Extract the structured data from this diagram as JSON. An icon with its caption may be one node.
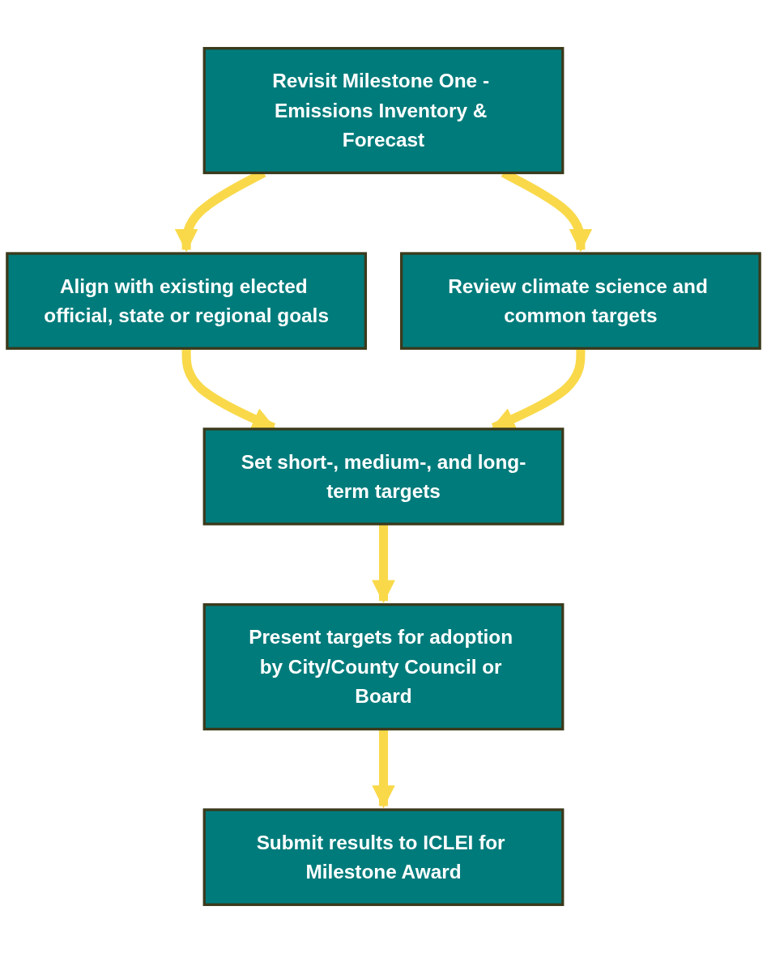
{
  "diagram": {
    "nodes": [
      {
        "text": [
          "Revisit Milestone One - Emissions Inventory & Forecast"
        ]
      },
      {
        "text": [
          "Align with existing elected official, state or regional goals"
        ]
      },
      {
        "text": [
          "Review climate science and common targets"
        ]
      },
      {
        "text": [
          "Set short-, medium-, and long-term targets"
        ]
      },
      {
        "text": [
          "Present targets for adoption by City/County Council or Board"
        ]
      },
      {
        "text": [
          "Submit results to ICLEI for Milestone Award"
        ]
      }
    ],
    "edges": [
      {
        "from": 0,
        "to": 1,
        "arrow": "to"
      },
      {
        "from": 0,
        "to": 2,
        "arrow": "to"
      },
      {
        "from": 1,
        "to": 3,
        "arrow": "to"
      },
      {
        "from": 2,
        "to": 3,
        "arrow": "to"
      },
      {
        "from": 3,
        "to": 4,
        "arrow": "to"
      },
      {
        "from": 4,
        "to": 5,
        "arrow": "to"
      }
    ]
  }
}
